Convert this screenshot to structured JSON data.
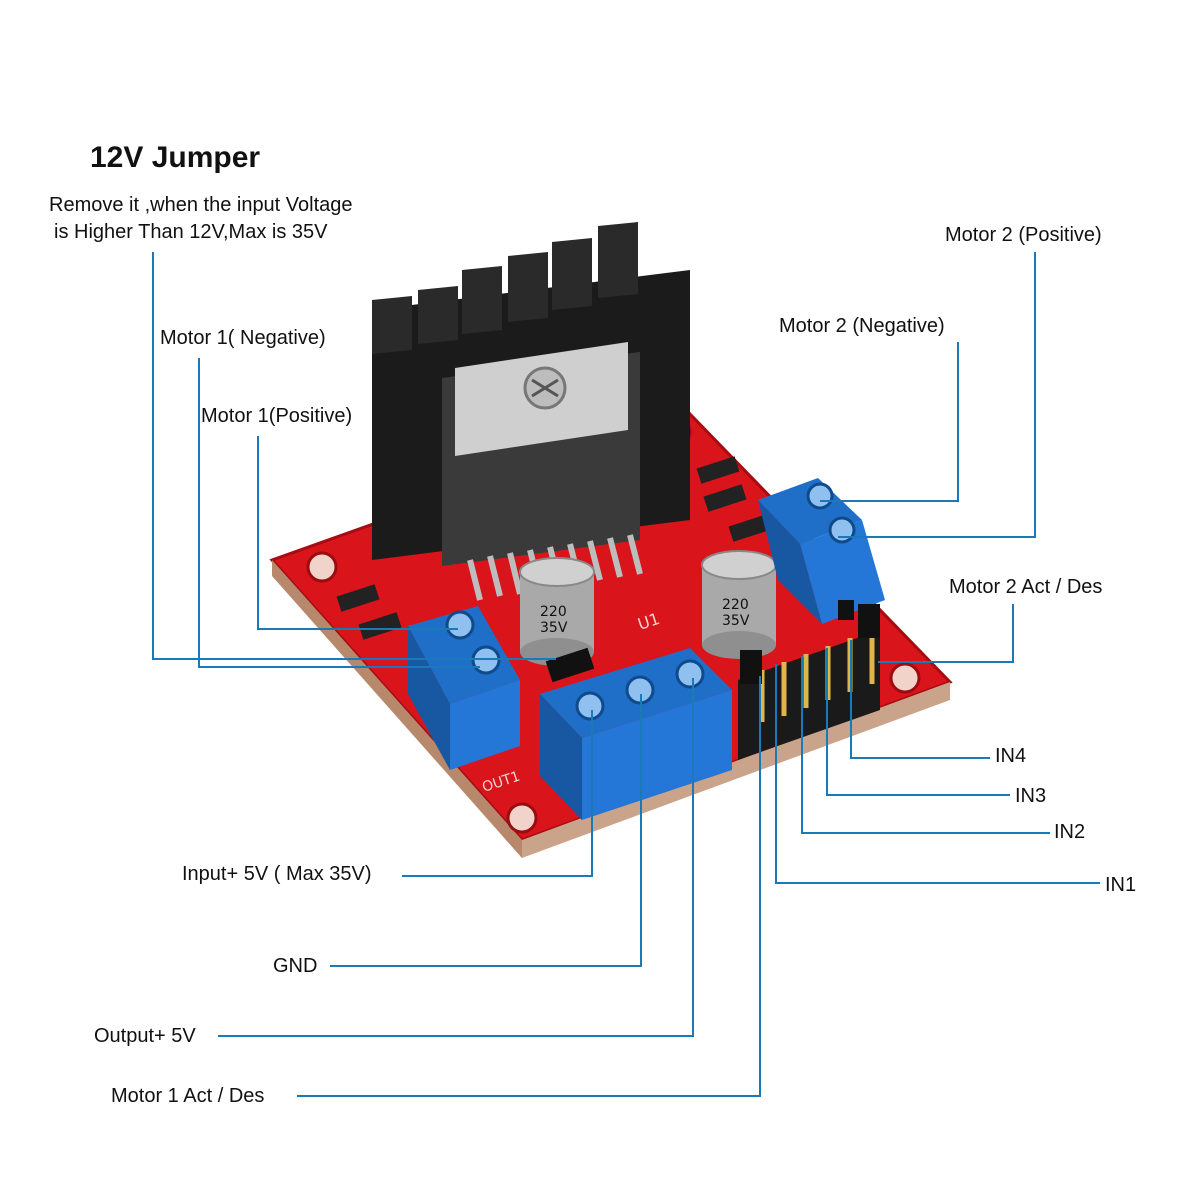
{
  "jumper": {
    "title": "12V Jumper",
    "note_line1": "Remove it ,when the input Voltage",
    "note_line2": "is Higher Than 12V,Max is 35V"
  },
  "labels": {
    "motor1_negative": "Motor 1( Negative)",
    "motor1_positive": "Motor 1(Positive)",
    "motor2_positive": "Motor 2 (Positive)",
    "motor2_negative": "Motor 2 (Negative)",
    "motor2_act": "Motor 2 Act / Des",
    "in4": "IN4",
    "in3": "IN3",
    "in2": "IN2",
    "in1": "IN1",
    "input_plus": "Input+ 5V ( Max 35V)",
    "gnd": "GND",
    "output_plus": "Output+ 5V",
    "motor1_act": "Motor 1 Act / Des"
  },
  "chip": {
    "cap_value": "220",
    "cap_voltage": "35V",
    "out_silk": "OUT1",
    "chip_mark": "U1"
  },
  "colors": {
    "pcb": "#d9141b",
    "terminal": "#1f6fc9",
    "leader": "#1a7ab8",
    "heatsink": "#1b1b1b"
  }
}
